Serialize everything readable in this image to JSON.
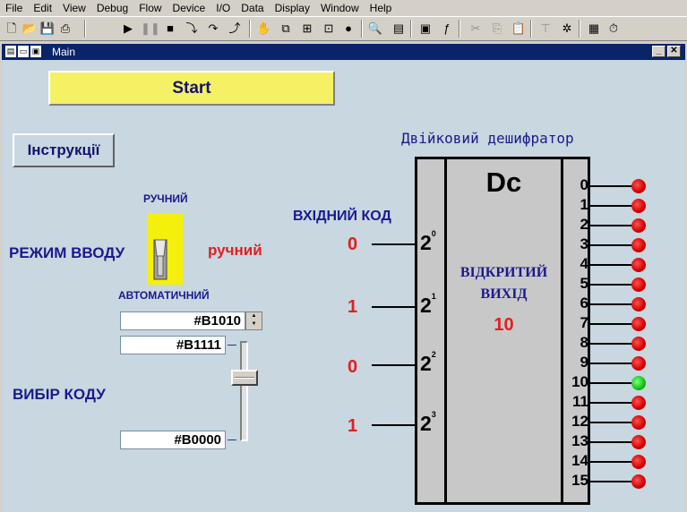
{
  "menu": [
    "File",
    "Edit",
    "View",
    "Debug",
    "Flow",
    "Device",
    "I/O",
    "Data",
    "Display",
    "Window",
    "Help"
  ],
  "toolbar_icons": [
    "new-icon",
    "open-icon",
    "save-icon",
    "print-icon",
    "run-icon",
    "pause-icon",
    "stop-icon",
    "step-into-icon",
    "step-over-icon",
    "step-out-icon",
    "hand-icon",
    "copy-block-icon",
    "connect-icon",
    "breakpoint-icon",
    "clear-icon",
    "find-icon",
    "properties-icon",
    "function-icon",
    "cut-icon",
    "copy-icon",
    "paste-icon",
    "tree-icon",
    "tools-icon",
    "report-icon",
    "timer-icon"
  ],
  "window": {
    "title": "Main"
  },
  "start_label": "Start",
  "instructions_label": "Інструкції",
  "input_mode": {
    "label": "РЕЖИМ ВВОДУ",
    "top_label": "РУЧНИЙ",
    "bottom_label": "АВТОМАТИЧНИЙ",
    "current": "ручний"
  },
  "code_select": {
    "label": "ВИБІР КОДУ",
    "spin_value": "#B1010",
    "slider_max": "#B1111",
    "slider_min": "#B0000",
    "slider_level": 0.67
  },
  "decoder": {
    "title": "Двійковий дешифратор",
    "symbol": "Dc",
    "input_label": "ВХІДНИЙ КОД",
    "state_line1": "ВІДКРИТИЙ",
    "state_line2": "ВИХІД",
    "output_value": "10",
    "inputs": [
      {
        "base": "2",
        "exp": "0",
        "value": "0"
      },
      {
        "base": "2",
        "exp": "1",
        "value": "1"
      },
      {
        "base": "2",
        "exp": "2",
        "value": "0"
      },
      {
        "base": "2",
        "exp": "3",
        "value": "1"
      }
    ],
    "outputs": [
      "0",
      "1",
      "2",
      "3",
      "4",
      "5",
      "6",
      "7",
      "8",
      "9",
      "10",
      "11",
      "12",
      "13",
      "14",
      "15"
    ],
    "active_output": 10,
    "colors": {
      "led_off": "#e00000",
      "led_on": "#10c010"
    }
  }
}
